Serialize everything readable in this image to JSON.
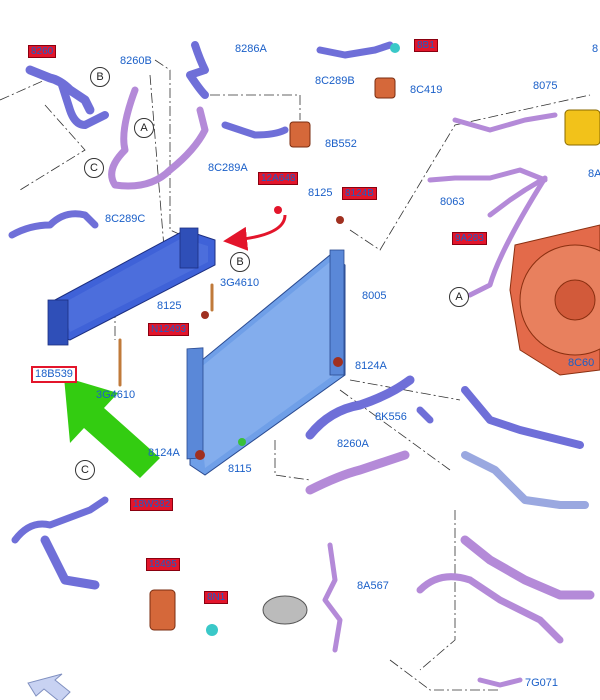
{
  "labels": {
    "l8260b": "8260B",
    "l8286a": "8286A",
    "l8c289b": "8C289B",
    "l8c419": "8C419",
    "l8075": "8075",
    "l8b552": "8B552",
    "l8c289a": "8C289A",
    "l8c289c": "8C289C",
    "l8063": "8063",
    "l8125a": "8125",
    "l3g4610a": "3G4610",
    "l8125b": "8125",
    "l8005": "8005",
    "l8124a_right": "8124A",
    "l3g4610b": "3G4610",
    "l8k556": "8K556",
    "l8260a": "8260A",
    "l8124a_left": "8124A",
    "l8115": "8115",
    "l8a567": "8A567",
    "l7g071": "7G071",
    "l8c607": "8C60",
    "l8a_edge": "8A",
    "l8_edge": "8"
  },
  "redboxes": {
    "r1": "8260",
    "r2": "8B1",
    "r3": "12A648",
    "r4": "8124B",
    "r5": "9A283",
    "r6": "N12493",
    "r7": "18W382",
    "r8": "18495",
    "r9": "8N1"
  },
  "highlight": "18B539",
  "callouts": {
    "b1": "B",
    "c1": "C",
    "a1": "A",
    "b2": "B",
    "a2": "A",
    "c2": "C"
  },
  "colors": {
    "hose_purple": "#b48ad8",
    "hose_blue": "#6f6fd8",
    "radiator_front": "#6f9fe8",
    "radiator_back": "#3f62d8",
    "pump_orange": "#d5683a",
    "fan_orange": "#e36a4a",
    "label_blue": "#1a5fc8",
    "highlight_red": "#e3152b",
    "arrow_green": "#33cc11"
  }
}
